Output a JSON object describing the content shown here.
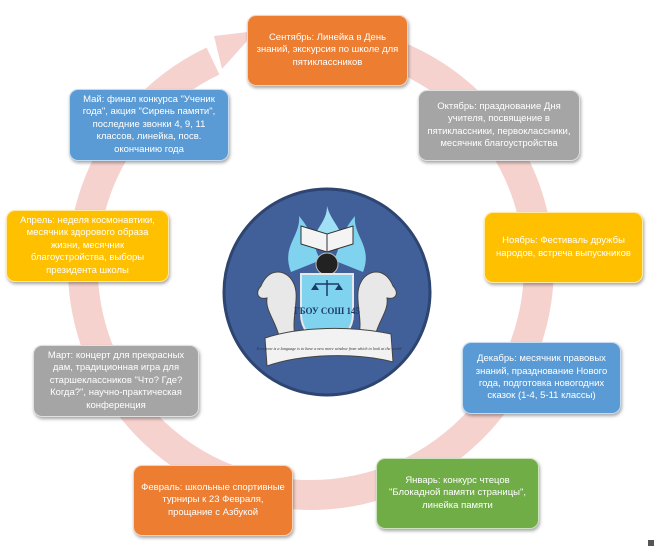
{
  "colors": {
    "ring": "#f6d2cf",
    "orange": "#ed7d31",
    "gray": "#a5a5a5",
    "yellow": "#ffc000",
    "blue": "#5b9bd5",
    "green": "#70ad47",
    "emblem_blue": "#41609a"
  },
  "months": [
    {
      "id": "september",
      "color": "orange",
      "text": "Сентябрь: Линейка в День знаний, экскурсия по школе для пятиклассников"
    },
    {
      "id": "october",
      "color": "gray",
      "text": "Октябрь: празднование Дня учителя, посвящение в пятиклассники, первоклассники, месячник благоустройства"
    },
    {
      "id": "november",
      "color": "yellow",
      "text": "Ноябрь: Фестиваль дружбы народов, встреча выпускников"
    },
    {
      "id": "december",
      "color": "blue",
      "text": "Декабрь: месячник правовых знаний, празднование Нового года, подготовка новогодних сказок (1-4, 5-11 классы)"
    },
    {
      "id": "january",
      "color": "green",
      "text": "Январь: конкурс чтецов \"Блокадной памяти страницы\", линейка памяти"
    },
    {
      "id": "february",
      "color": "orange",
      "text": "Февраль: школьные спортивные турниры к 23 Февраля, прощание с Азбукой"
    },
    {
      "id": "march",
      "color": "gray",
      "text": "Март: концерт для прекрасных дам, традиционная игра для старшеклассников \"Что? Где? Когда?\", научно-практическая конференция"
    },
    {
      "id": "april",
      "color": "yellow",
      "text": "Апрель: неделя космонавтики, месячник здорового образа жизни, месячник благоустройства, выборы президента школы"
    },
    {
      "id": "may",
      "color": "blue",
      "text": "Май: финал конкурса \"Ученик года\", акция \"Сирень памяти\", последние звонки 4, 9, 11 классов, линейка, посв. окончанию года"
    }
  ],
  "emblem": {
    "icon": "school-crest-icon",
    "shield_text": "ГБОУ СОШ 145",
    "ribbon_text": "Everyone is a language is to have a new more window from which to look at the world"
  }
}
